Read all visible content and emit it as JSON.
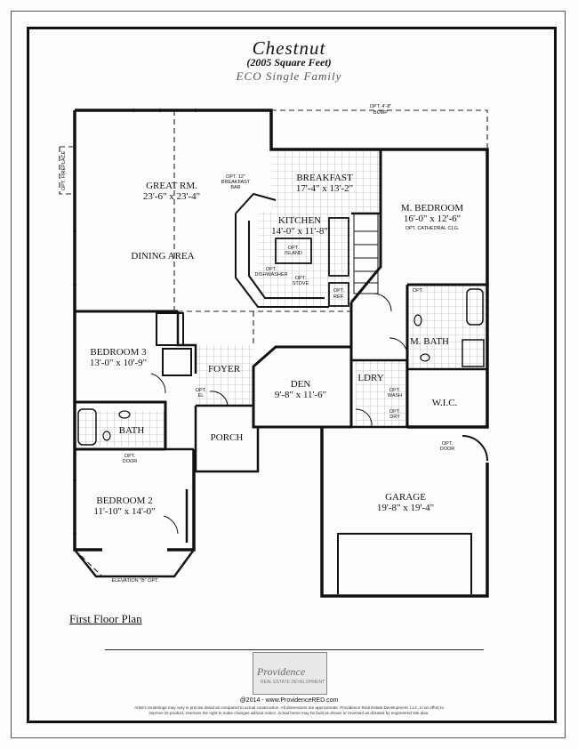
{
  "header": {
    "title": "Chestnut",
    "subtitle": "(2005 Square Feet)",
    "series": "ECO Single Family"
  },
  "rooms": {
    "great_room": {
      "name": "GREAT RM.",
      "dims": "23'-6\" x 23'-4\""
    },
    "dining": {
      "name": "DINING AREA"
    },
    "breakfast": {
      "name": "BREAKFAST",
      "dims": "17'-4\" x 13'-2\""
    },
    "kitchen": {
      "name": "KITCHEN",
      "dims": "14'-0\" x 11'-8\""
    },
    "master_bedroom": {
      "name": "M. BEDROOM",
      "dims": "16'-0\" x 12'-6\"",
      "note": "OPT. CATHEDRAL CLG."
    },
    "bedroom3": {
      "name": "BEDROOM 3",
      "dims": "13'-0\" x 10'-9\""
    },
    "foyer": {
      "name": "FOYER"
    },
    "den": {
      "name": "DEN",
      "dims": "9'-8\" x 11'-6\""
    },
    "laundry": {
      "name": "LDRY"
    },
    "master_bath": {
      "name": "M. BATH"
    },
    "wic": {
      "name": "W.I.C."
    },
    "bath": {
      "name": "BATH"
    },
    "porch": {
      "name": "PORCH"
    },
    "bedroom2": {
      "name": "BEDROOM 2",
      "dims": "11'-10\" x 14'-0\""
    },
    "garage": {
      "name": "GARAGE",
      "dims": "19'-8\" x 19'-4\""
    }
  },
  "notes": {
    "opt_bump": "OPT. 4'-8\"",
    "bump": "BUMP",
    "fireplace": "OPT. FIREPLACE",
    "breakfast_bar_1": "OPT. 12\"",
    "breakfast_bar_2": "BREAKFAST",
    "breakfast_bar_3": "BAR",
    "island_1": "OPT.",
    "island_2": "ISLAND",
    "dishwasher_1": "OPT.",
    "dishwasher_2": "DISHWASHER",
    "stove_1": "OPT.",
    "stove_2": "STOVE",
    "ref_1": "OPT.",
    "ref_2": "REF.",
    "opt_el_1": "OPT.",
    "opt_el_2": "EL",
    "opt_door_bath_1": "OPT.",
    "opt_door_bath_2": "DOOR",
    "opt_wash_1": "OPT.",
    "opt_wash_2": "WASH",
    "opt_dry_1": "OPT.",
    "opt_dry_2": "DRY",
    "opt_mbath": "OPT.",
    "opt_garage_door_1": "OPT.",
    "opt_garage_door_2": "DOOR",
    "elevation": "ELEVATION \"B\" OPT."
  },
  "footer": {
    "plan_label": "First Floor Plan",
    "logo_word": "Providence",
    "logo_sub": "REAL ESTATE DEVELOPMENT",
    "copyright": "@2014 - www.ProvidenceRED.com",
    "disclaimer": "Artist's renderings may vary in precise detail as compared to actual construction. All dimensions are approximate. Providence Real Estate Development, LLC, in an effort to improve its product, reserves the right to make changes without notice. Actual home may be built as shown or reversed as dictated by engineered site plan."
  }
}
